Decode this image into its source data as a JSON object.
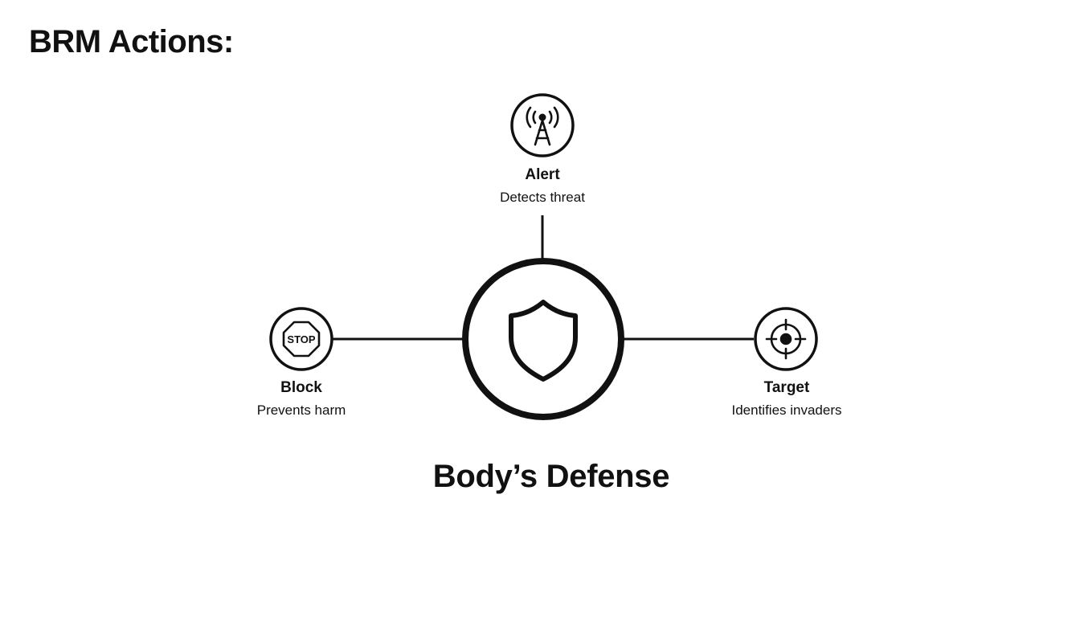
{
  "title": "BRM Actions:",
  "center": {
    "label": "Body’s Defense",
    "icon": "shield-icon"
  },
  "nodes": {
    "alert": {
      "name": "Alert",
      "description": "Detects threat",
      "icon": "radio-tower-icon"
    },
    "block": {
      "name": "Block",
      "description": "Prevents harm",
      "icon": "stop-sign-icon",
      "icon_text": "STOP"
    },
    "target": {
      "name": "Target",
      "description": "Identifies invaders",
      "icon": "crosshair-icon"
    }
  },
  "colors": {
    "stroke": "#111111",
    "background": "#ffffff"
  }
}
